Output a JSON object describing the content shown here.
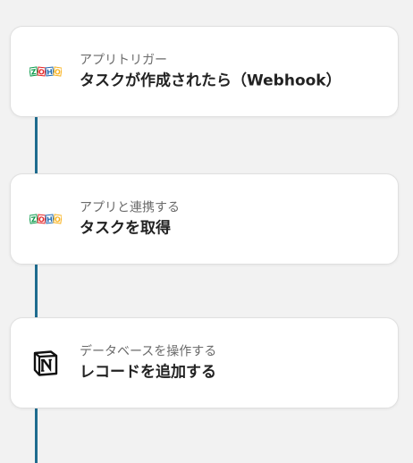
{
  "steps": [
    {
      "label": "アプリトリガー",
      "title": "タスクが作成されたら（Webhook）",
      "app_icon": "zoho-logo-icon"
    },
    {
      "label": "アプリと連携する",
      "title": "タスクを取得",
      "app_icon": "zoho-logo-icon"
    },
    {
      "label": "データベースを操作する",
      "title": "レコードを追加する",
      "app_icon": "notion-logo-icon"
    }
  ],
  "colors": {
    "connector": "#1f6c8f",
    "zoho_red": "#e42527",
    "zoho_green": "#089949",
    "zoho_blue": "#226db4",
    "zoho_yellow": "#f9b21d"
  }
}
